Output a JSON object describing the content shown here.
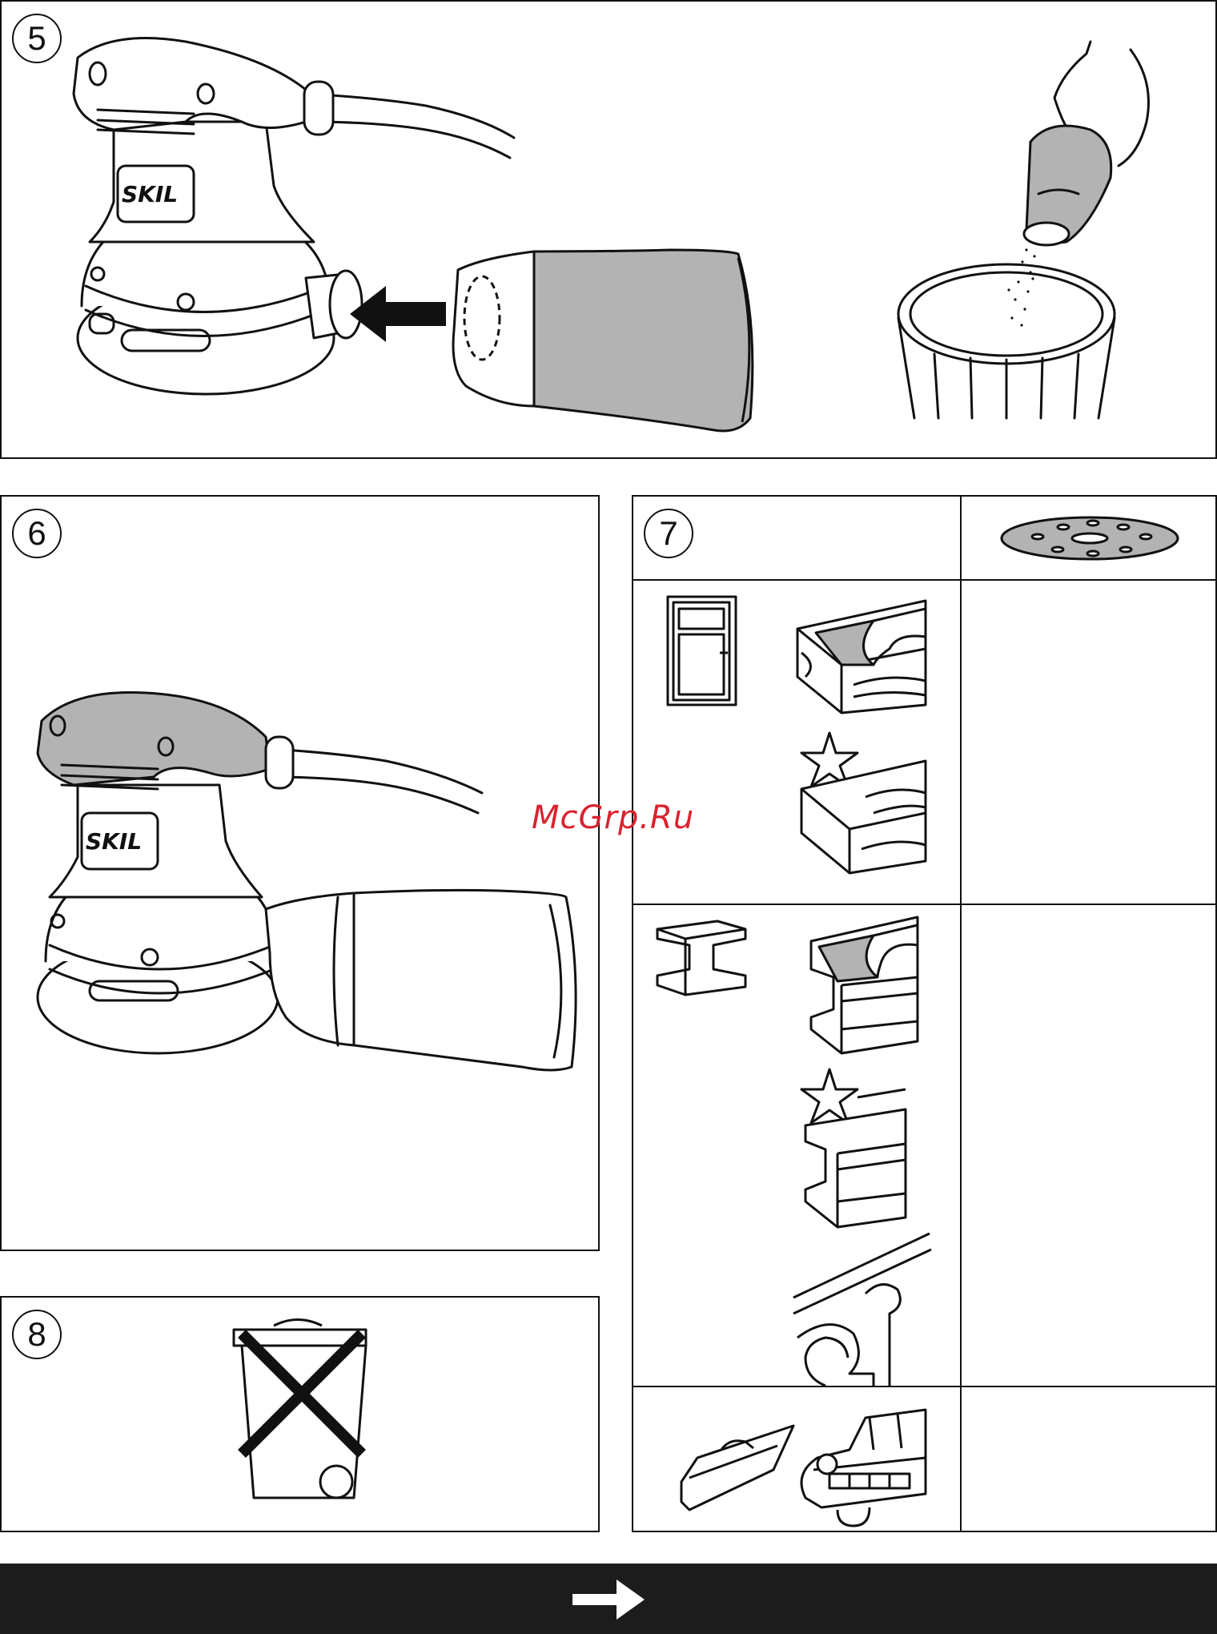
{
  "panels": {
    "p5": {
      "number": "5"
    },
    "p6": {
      "number": "6"
    },
    "p7": {
      "number": "7"
    },
    "p8": {
      "number": "8"
    }
  },
  "watermark": "McGrp.Ru",
  "brand": "SKIL",
  "colors": {
    "line": "#111111",
    "gray_fill": "#b3b3b3",
    "footer": "#1c1c1c",
    "watermark": "#d9232e"
  },
  "icons": {
    "footer_arrow": "arrow-right-icon",
    "p8_bin": "crossed-out-wheelie-bin-icon"
  }
}
